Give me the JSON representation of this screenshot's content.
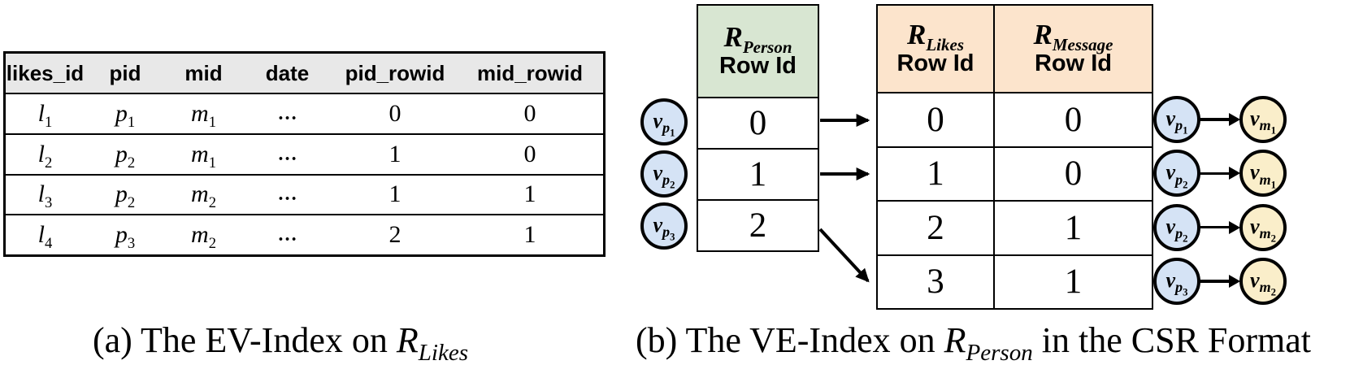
{
  "colors": {
    "header_gray": "#e8e8e8",
    "person_green": "#d8e6d2",
    "rel_orange": "#fce4cc",
    "vertex_blue": "#d5e3f5",
    "vertex_yellow": "#faeeca",
    "line_black": "#000000"
  },
  "ev_index": {
    "headers": [
      "likes_id",
      "pid",
      "mid",
      "date",
      "pid_rowid",
      "mid_rowid"
    ],
    "rows": [
      [
        {
          "b": "l",
          "s": "1"
        },
        {
          "b": "p",
          "s": "1"
        },
        {
          "b": "m",
          "s": "1"
        },
        {
          "t": "…"
        },
        {
          "t": "0"
        },
        {
          "t": "0"
        }
      ],
      [
        {
          "b": "l",
          "s": "2"
        },
        {
          "b": "p",
          "s": "2"
        },
        {
          "b": "m",
          "s": "1"
        },
        {
          "t": "…"
        },
        {
          "t": "1"
        },
        {
          "t": "0"
        }
      ],
      [
        {
          "b": "l",
          "s": "3"
        },
        {
          "b": "p",
          "s": "2"
        },
        {
          "b": "m",
          "s": "2"
        },
        {
          "t": "…"
        },
        {
          "t": "1"
        },
        {
          "t": "1"
        }
      ],
      [
        {
          "b": "l",
          "s": "4"
        },
        {
          "b": "p",
          "s": "3"
        },
        {
          "b": "m",
          "s": "2"
        },
        {
          "t": "…"
        },
        {
          "t": "2"
        },
        {
          "t": "1"
        }
      ]
    ]
  },
  "person_column": {
    "header": {
      "rel": {
        "b": "R",
        "si": "Person"
      },
      "line2": "Row Id"
    },
    "values": [
      "0",
      "1",
      "2"
    ],
    "vertices": [
      {
        "b": "v",
        "si": "p",
        "ss": "1"
      },
      {
        "b": "v",
        "si": "p",
        "ss": "2"
      },
      {
        "b": "v",
        "si": "p",
        "ss": "3"
      }
    ]
  },
  "csr_table": {
    "headers": [
      {
        "rel": {
          "b": "R",
          "si": "Likes"
        },
        "line2": "Row Id"
      },
      {
        "rel": {
          "b": "R",
          "si": "Message"
        },
        "line2": "Row Id"
      }
    ],
    "rows": [
      [
        "0",
        "0"
      ],
      [
        "1",
        "0"
      ],
      [
        "2",
        "1"
      ],
      [
        "3",
        "1"
      ]
    ]
  },
  "csr_arrows": [
    {
      "from_person_row": 0,
      "to_csr_row": 0
    },
    {
      "from_person_row": 1,
      "to_csr_row": 1
    },
    {
      "from_person_row": 2,
      "to_csr_row": 3
    }
  ],
  "edge_list": [
    {
      "src": {
        "b": "v",
        "si": "p",
        "ss": "1"
      },
      "dst": {
        "b": "v",
        "si": "m",
        "ss": "1"
      }
    },
    {
      "src": {
        "b": "v",
        "si": "p",
        "ss": "2"
      },
      "dst": {
        "b": "v",
        "si": "m",
        "ss": "1"
      }
    },
    {
      "src": {
        "b": "v",
        "si": "p",
        "ss": "2"
      },
      "dst": {
        "b": "v",
        "si": "m",
        "ss": "2"
      }
    },
    {
      "src": {
        "b": "v",
        "si": "p",
        "ss": "3"
      },
      "dst": {
        "b": "v",
        "si": "m",
        "ss": "2"
      }
    }
  ],
  "captions": {
    "a": {
      "prefix": "(a) The EV-Index on ",
      "rel": {
        "b": "R",
        "si": "Likes"
      },
      "suffix": ""
    },
    "b": {
      "prefix": "(b) The VE-Index on ",
      "rel": {
        "b": "R",
        "si": "Person"
      },
      "suffix": " in the CSR Format"
    }
  }
}
